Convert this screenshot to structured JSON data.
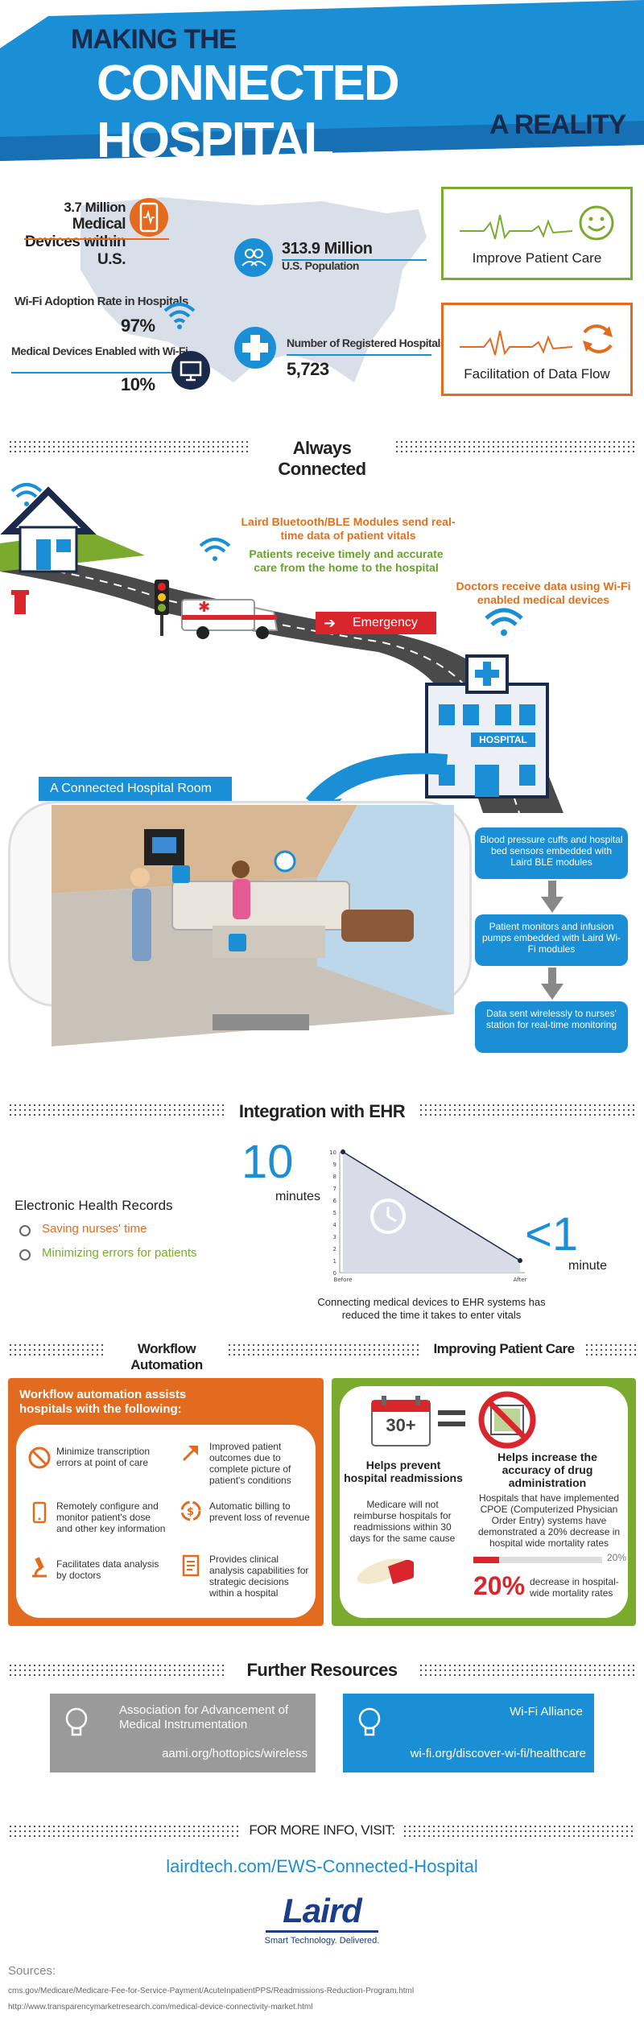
{
  "header": {
    "title_line1": "MAKING THE",
    "title_line2": "CONNECTED HOSPITAL",
    "title_line3": "A REALITY"
  },
  "stats": {
    "devices_value": "3.7 Million",
    "devices_label": "Medical Devices within U.S.",
    "population_value": "313.9 Million",
    "population_label": "U.S. Population",
    "wifi_adoption_label": "Wi-Fi Adoption Rate in Hospitals",
    "wifi_adoption_value": "97%",
    "wifi_enabled_label": "Medical Devices Enabled with Wi-Fi",
    "wifi_enabled_value": "10%",
    "hospitals_label": "Number of Registered Hospitals",
    "hospitals_value": "5,723"
  },
  "cards": {
    "patient_care": "Improve Patient Care",
    "data_flow": "Facilitation of Data Flow"
  },
  "always_connected": {
    "title": "Always Connected",
    "laird_text": "Laird Bluetooth/BLE Modules send real-time data of patient vitals",
    "patients_text": "Patients receive timely and accurate care from the home to the hospital",
    "doctors_text": "Doctors receive data using Wi-Fi enabled medical devices",
    "emergency": "Emergency",
    "hospital_sign": "HOSPITAL"
  },
  "room": {
    "label": "A Connected Hospital Room",
    "flow": [
      "Blood pressure cuffs and hospital bed sensors embedded with Laird BLE modules",
      "Patient monitors and infusion pumps embedded with Laird Wi-Fi modules",
      "Data sent wirelessly to nurses' station for real-time monitoring"
    ]
  },
  "ehr": {
    "title": "Integration with EHR",
    "before_value": "10",
    "before_unit": "minutes",
    "after_value": "<1",
    "after_unit": "minute",
    "records_title": "Electronic Health Records",
    "benefit1": "Saving nurses' time",
    "benefit2": "Minimizing errors for patients",
    "caption": "Connecting medical devices to EHR systems has reduced the time it takes to enter vitals"
  },
  "chart_data": {
    "type": "line",
    "categories": [
      "Before",
      "After"
    ],
    "values": [
      10,
      1
    ],
    "yticks": [
      0,
      1,
      2,
      3,
      4,
      5,
      6,
      7,
      8,
      9,
      10
    ],
    "ylim": [
      0,
      10
    ]
  },
  "workflow": {
    "title": "Workflow Automation",
    "intro": "Workflow automation assists hospitals with the following:",
    "items": [
      "Minimize transcription errors at point of care",
      "Improved patient outcomes due to complete picture of patient's conditions",
      "Remotely configure and monitor patient's dose and other key information",
      "Automatic billing to prevent loss of revenue",
      "Facilitates data analysis by doctors",
      "Provides clinical analysis capabilities for strategic decisions within a hospital"
    ]
  },
  "patient_care": {
    "title": "Improving Patient Care",
    "calendar": "30+",
    "readmit_title": "Helps prevent hospital readmissions",
    "readmit_text": "Medicare will not reimburse hospitals for readmissions within 30 days for the same cause",
    "drug_title": "Helps increase the accuracy of drug administration",
    "drug_text": "Hospitals that have implemented CPOE (Computerized Physician Order Entry) systems have demonstrated a 20% decrease in hospital wide mortality rates",
    "bar_label": "20%",
    "bar_fraction": 0.2,
    "big_pct": "20%",
    "big_pct_text": "decrease in hospital-wide mortality rates"
  },
  "resources": {
    "title": "Further Resources",
    "aami_name": "Association for Advancement of Medical Instrumentation",
    "aami_url": "aami.org/hottopics/wireless",
    "wifi_name": "Wi-Fi Alliance",
    "wifi_url": "wi-fi.org/discover-wi-fi/healthcare"
  },
  "footer": {
    "more_info": "FOR MORE INFO, VISIT:",
    "link": "lairdtech.com/EWS-Connected-Hospital",
    "brand": "Laird",
    "tagline": "Smart Technology. Delivered.",
    "sources_title": "Sources:",
    "source1": "cms.gov/Medicare/Medicare-Fee-for-Service-Payment/AcuteInpatientPPS/Readmissions-Reduction-Program.html",
    "source2": "http://www.transparencymarketresearch.com/medical-device-connectivity-market.html"
  },
  "colors": {
    "blue": "#1b8fd6",
    "dark_blue": "#1a2a4a",
    "orange": "#e26b1f",
    "green": "#7aab2f",
    "gray": "#9a9a9a"
  }
}
